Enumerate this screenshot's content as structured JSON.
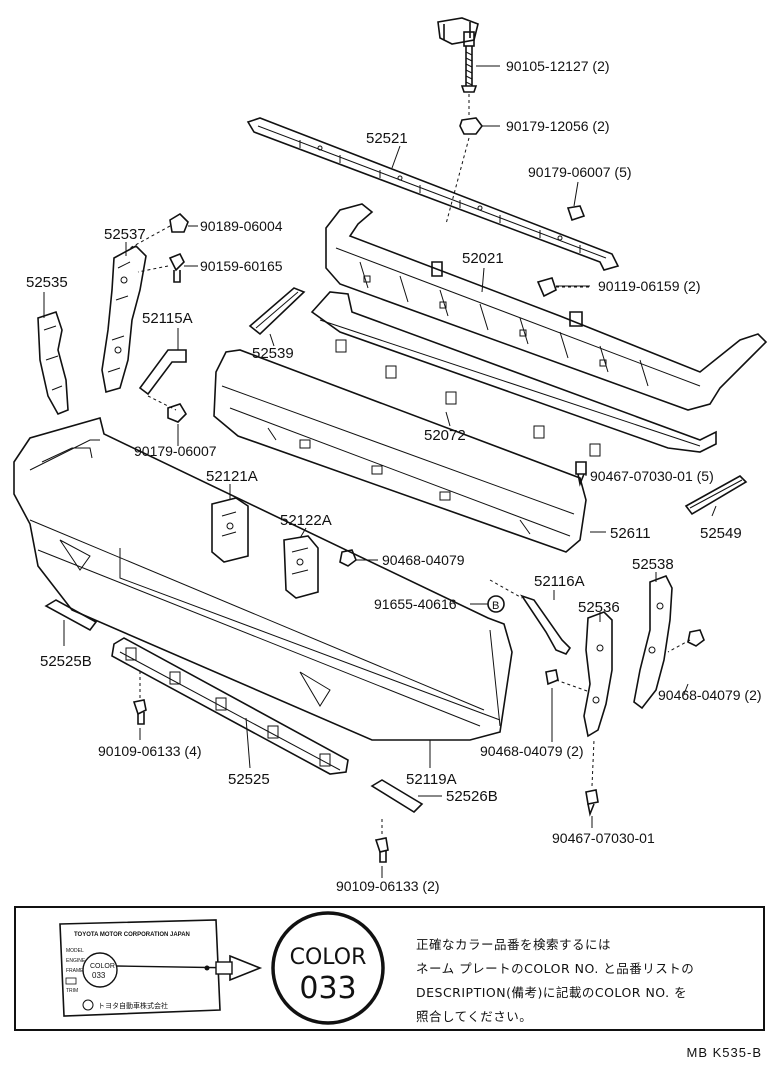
{
  "labels": {
    "p90105": "90105-12127 (2)",
    "p90179a": "90179-12056 (2)",
    "p52521": "52521",
    "p90179b": "90179-06007 (5)",
    "p90189": "90189-06004",
    "p52537": "52537",
    "p90159": "90159-60165",
    "p52535": "52535",
    "p52021": "52021",
    "p90119": "90119-06159 (2)",
    "p52115A": "52115A",
    "p52539": "52539",
    "p90179c": "90179-06007",
    "p52072": "52072",
    "p52121A": "52121A",
    "p90467a": "90467-07030-01 (5)",
    "p52122A": "52122A",
    "p52549": "52549",
    "p52611": "52611",
    "p90468a": "90468-04079",
    "p52116A": "52116A",
    "p52538": "52538",
    "p91655": "91655-40616",
    "pB": "B",
    "p52536": "52536",
    "p52525B": "52525B",
    "p90468b": "90468-04079 (2)",
    "p90109a": "90109-06133 (4)",
    "p52525": "52525",
    "p52119A": "52119A",
    "p90468c": "90468-04079 (2)",
    "p52526B": "52526B",
    "p90467b": "90467-07030-01",
    "p90109b": "90109-06133 (2)"
  },
  "plate": {
    "maker": "TOYOTA MOTOR CORPORATION JAPAN",
    "rows": [
      "MODEL",
      "ENGINE",
      "FRAME",
      "COLOR",
      "033",
      "TRIM"
    ],
    "footer": "トヨタ自動車株式会社"
  },
  "color_badge": {
    "word": "COLOR",
    "number": "033"
  },
  "note": [
    "正確なカラー品番を検索するには",
    "ネーム プレートのCOLOR NO. と品番リストの",
    "DESCRIPTION(備考)に記載のCOLOR NO. を",
    "照合してください。"
  ],
  "diagram_code": "MB K535-B"
}
